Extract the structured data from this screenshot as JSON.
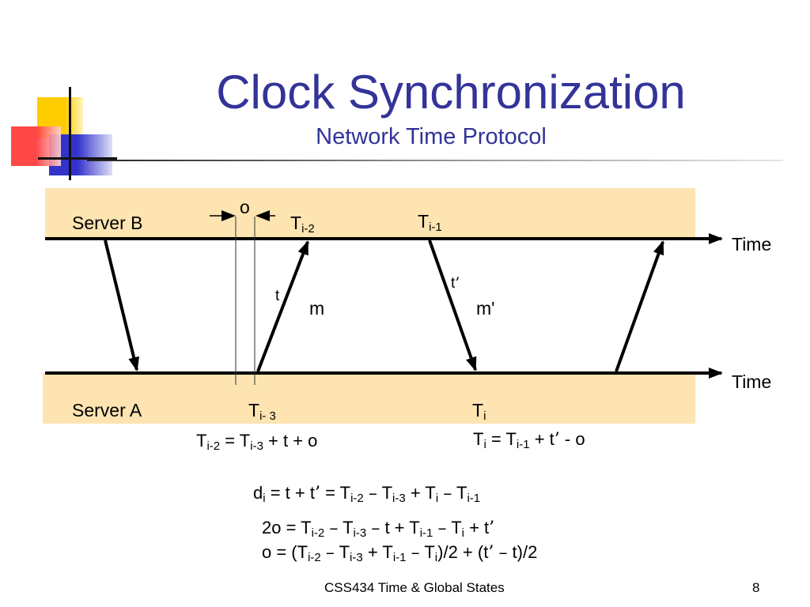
{
  "slide": {
    "title": "Clock Synchronization",
    "subtitle": "Network Time Protocol",
    "footer": "CSS434 Time & Global States",
    "page_number": "8"
  },
  "diagram": {
    "server_b_label": "Server B",
    "server_a_label": "Server A",
    "time_label_top": "Time",
    "time_label_bottom": "Time",
    "offset_label": "o",
    "t_label": "t",
    "t_prime_label": "t",
    "t_prime_mark": "’",
    "m_label": "m",
    "m_prime_label": "m'",
    "tb1": {
      "base": "T",
      "sub": "i-2"
    },
    "tb2": {
      "base": "T",
      "sub": "i-1"
    },
    "ta1": {
      "base": "T",
      "sub": "i- 3"
    },
    "ta2": {
      "base": "T",
      "sub": "i"
    }
  },
  "colors": {
    "title": "#333399",
    "band": "#fde4b1",
    "deco_yellow": "#ffcc00",
    "deco_blue": "#3333cc",
    "deco_red": "#ff3333"
  }
}
